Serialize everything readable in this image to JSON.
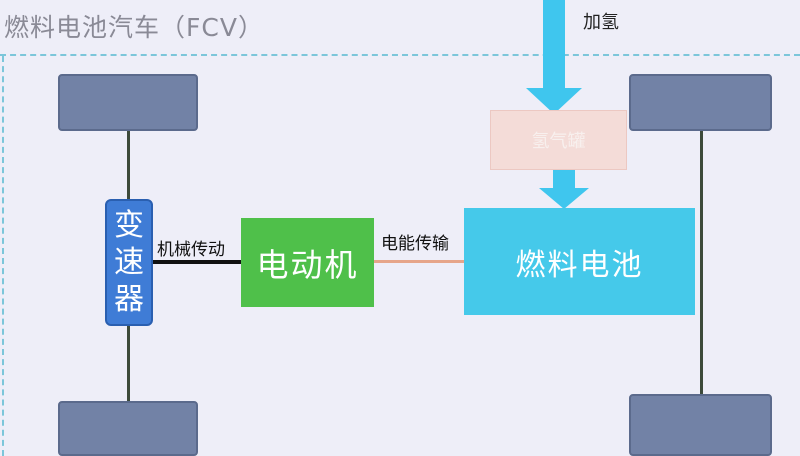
{
  "title": "燃料电池汽车（FCV）",
  "refuel_label": "加氢",
  "hydrogen_tank_label": "氢气罐",
  "fuel_cell_label": "燃料电池",
  "motor_label": "电动机",
  "gearbox_chars": [
    "变",
    "速",
    "器"
  ],
  "mechanical_transmission_label": "机械传动",
  "electric_transmission_label": "电能传输",
  "colors": {
    "frame_dash": "#7cc6da",
    "arrow": "#3fc6ee",
    "wheel": "#7282a6",
    "gearbox": "#3f7cd6",
    "motor": "#4fc04a",
    "fuel_cell": "#45c9ea",
    "hydrogen_tank": "#f4dcd8",
    "mechanical_line": "#111111",
    "electric_line": "#e6a58a"
  }
}
